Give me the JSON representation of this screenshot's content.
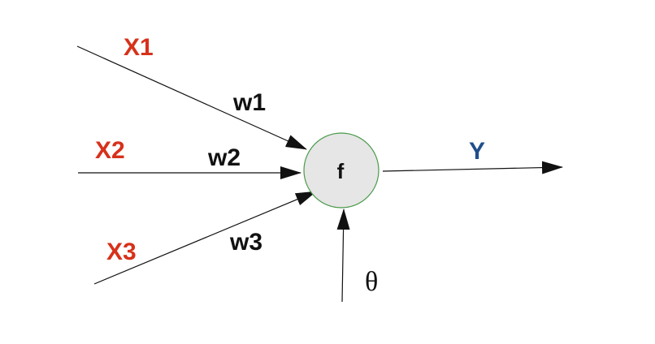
{
  "inputs": [
    {
      "label": "X1",
      "weight": "w1"
    },
    {
      "label": "X2",
      "weight": "w2"
    },
    {
      "label": "X3",
      "weight": "w3"
    }
  ],
  "neuron": {
    "function_label": "f"
  },
  "output": {
    "label": "Y"
  },
  "bias": {
    "label": "θ"
  },
  "colors": {
    "input_label": "#d7311b",
    "output_label": "#1f4e8c",
    "neuron_fill": "#e6e6e6",
    "neuron_stroke": "#4a9a4a",
    "line": "#111111"
  },
  "icons": {
    "arrowhead": "arrowhead-icon"
  }
}
